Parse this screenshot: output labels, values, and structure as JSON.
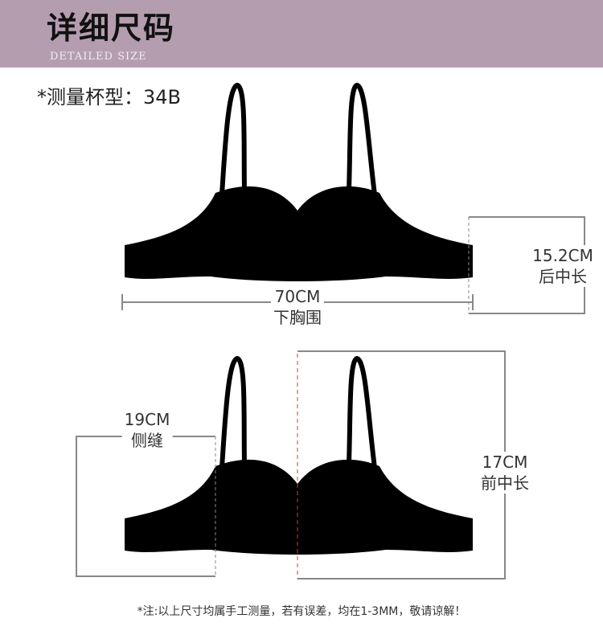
{
  "header": {
    "title": "详细尺码",
    "subtitle": "DETAILED SIZE",
    "bg_color": "#b59db0"
  },
  "cup_size": "*测量杯型：34B",
  "measurements": [
    {
      "value": "70CM",
      "name": "下胸围"
    },
    {
      "value": "15.2CM",
      "name": "后中长"
    },
    {
      "value": "19CM",
      "name": "侧缝"
    },
    {
      "value": "17CM",
      "name": "前中长"
    }
  ],
  "note": "*注:以上尺寸均属手工测量，若有误差，均在1-3MM，敬请谅解！"
}
